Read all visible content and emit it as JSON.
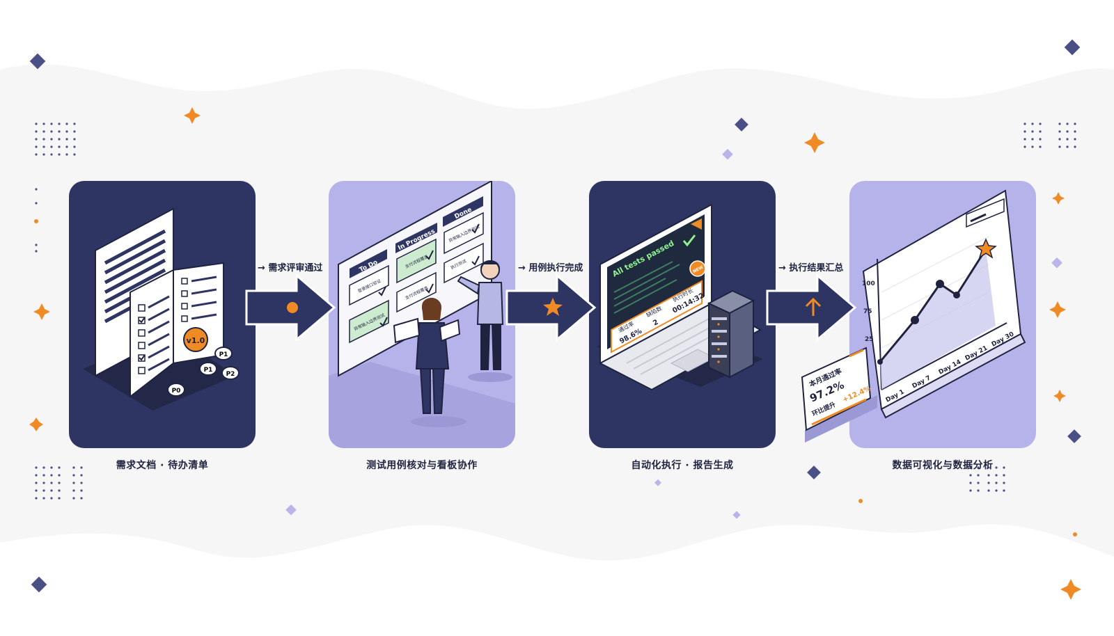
{
  "stages": [
    {
      "caption": "需求文档 · 待办清单",
      "badges": {
        "version": "v1.0",
        "p1a": "P1",
        "p1b": "P1",
        "p2": "P2",
        "p0": "P0"
      }
    },
    {
      "caption": "测试用例核对与看板协作",
      "kanban": {
        "todo": "To Do",
        "inprogress": "In Progress",
        "done": "Done",
        "card_todo_1": "登录接口验证",
        "card_todo_2": "异常输入边界测试",
        "card_prog_1": "支付流程覆盖",
        "card_prog_2": "支付流程覆盖",
        "card_done_1": "异常输入边界测试",
        "card_done_2": "执行测试"
      }
    },
    {
      "caption": "自动化执行 · 报告生成",
      "screen": {
        "headline": "All tests passed",
        "new_badge": "NEW",
        "stat1_label": "通过率",
        "stat1_value": "98.6%",
        "stat2_label": "缺陷数",
        "stat2_value": "2",
        "stat3_label": "执行时长",
        "stat3_value": "00:14:32"
      }
    },
    {
      "caption": "数据可视化与数据分析",
      "chart": {
        "y_ticks": [
          "100",
          "75",
          "25"
        ],
        "x_ticks": [
          "Day 1",
          "Day 7",
          "Day 14",
          "Day 21",
          "Day 30"
        ],
        "card_label": "本月通过率",
        "card_value": "97.2%",
        "card_sub_label": "环比提升",
        "card_sub_value": "+12.4%"
      }
    }
  ],
  "connectors": [
    {
      "label": "→ 需求评审通过",
      "icon": "dot-icon"
    },
    {
      "label": "→ 用例执行完成",
      "icon": "star-icon"
    },
    {
      "label": "→ 执行结果汇总",
      "icon": "up-arrow-icon"
    }
  ],
  "colors": {
    "navy": "#2f3563",
    "lavender": "#b5b3ea",
    "orange": "#f08a24",
    "green": "#3fbf5f",
    "mint": "#cdeccf"
  }
}
